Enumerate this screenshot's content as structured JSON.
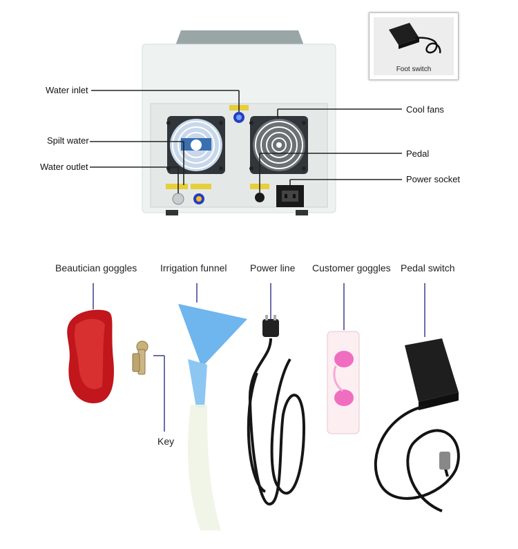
{
  "callouts_left": {
    "water_inlet": "Water inlet",
    "spilt_water": "Spilt water",
    "water_outlet": "Water outlet"
  },
  "callouts_right": {
    "cool_fans": "Cool fans",
    "pedal": "Pedal",
    "power_socket": "Power socket"
  },
  "inset": {
    "caption": "Foot switch"
  },
  "accessories": {
    "beautician_goggles": "Beautician goggles",
    "irrigation_funnel": "Irrigation funnel",
    "power_line": "Power line",
    "customer_goggles": "Customer goggles",
    "pedal_switch": "Pedal switch",
    "key": "Key"
  },
  "colors": {
    "callout_line": "#222222",
    "accessory_line": "#3b3b8f",
    "machine_body": "#eef3f2",
    "goggles_red": "#c0161c",
    "funnel_blue": "#6fb5ee",
    "customer_goggles_pink": "#f06ec0"
  }
}
